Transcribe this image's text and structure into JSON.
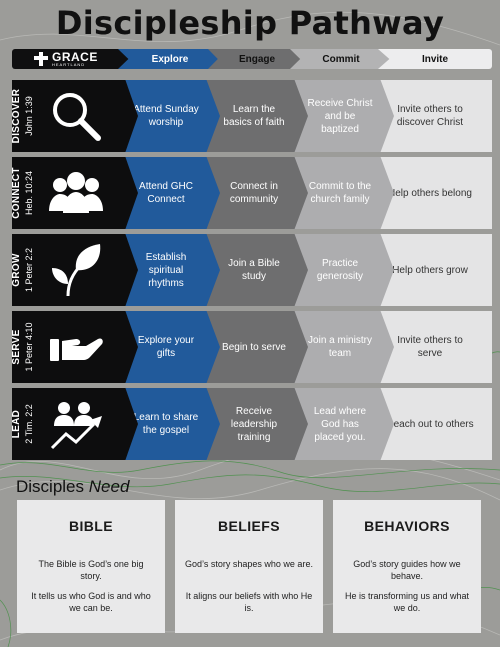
{
  "title": "Discipleship Pathway",
  "logo": {
    "name": "GRACE",
    "sub": "HEARTLAND"
  },
  "steps": [
    "Explore",
    "Engage",
    "Commit",
    "Invite"
  ],
  "colors": {
    "explore": "#215a9b",
    "engage": "#6e6e6f",
    "commit": "#adadaf",
    "invite": "#e4e4e5",
    "label": "#0d0d0e"
  },
  "rows": [
    {
      "name": "DISCOVER",
      "ref": "John 1:39",
      "icon": "magnifying-glass-icon",
      "cells": [
        "Attend Sunday worship",
        "Learn the basics of faith",
        "Receive Christ and be baptized",
        "Invite others to discover Christ"
      ]
    },
    {
      "name": "CONNECT",
      "ref": "Heb. 10:24",
      "icon": "group-people-icon",
      "cells": [
        "Attend GHC Connect",
        "Connect in community",
        "Commit to the church family",
        "Help others belong"
      ]
    },
    {
      "name": "GROW",
      "ref": "1 Peter 2:2",
      "icon": "sprout-leaf-icon",
      "cells": [
        "Establish spiritual rhythms",
        "Join a Bible study",
        "Practice generosity",
        "Help others grow"
      ]
    },
    {
      "name": "SERVE",
      "ref": "1 Peter 4:10",
      "icon": "open-hand-icon",
      "cells": [
        "Explore your gifts",
        "Begin to serve",
        "Join a ministry team",
        "Invite others to serve"
      ]
    },
    {
      "name": "LEAD",
      "ref": "2 Tim. 2:2",
      "icon": "leaders-growth-icon",
      "cells": [
        "Learn to share the gospel",
        "Receive leadership training",
        "Lead where God has placed you.",
        "Reach out to others"
      ]
    }
  ],
  "needs": {
    "prefix": "Disciples",
    "emphasis": "Need"
  },
  "boxes": [
    {
      "title": "BIBLE",
      "p1": "The Bible is God’s one big story.",
      "p2": "It tells us who God is and who we can be."
    },
    {
      "title": "BELIEFS",
      "p1": "God’s story shapes who we are.",
      "p2": "It aligns our beliefs with who He is."
    },
    {
      "title": "BEHAVIORS",
      "p1": "God’s story guides how we behave.",
      "p2": "He is transforming us and what we do."
    }
  ]
}
